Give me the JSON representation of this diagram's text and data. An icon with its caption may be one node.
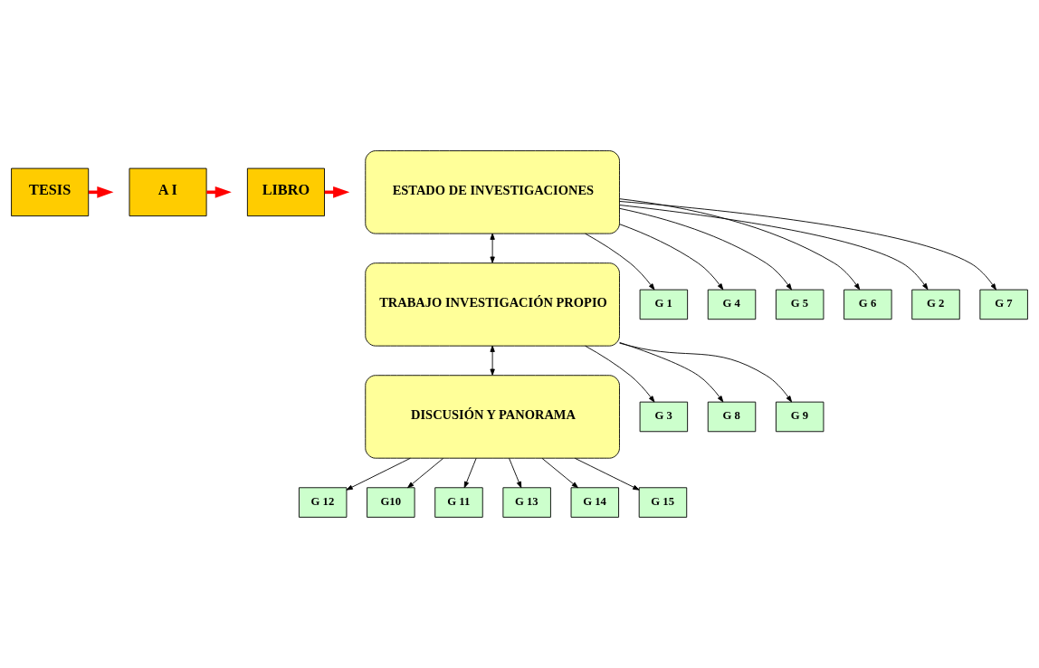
{
  "diagram": {
    "nodes": [
      {
        "text": [
          "TESIS"
        ]
      },
      {
        "text": [
          "A I"
        ]
      },
      {
        "text": [
          "LIBRO"
        ]
      },
      {
        "text": [
          "ESTADO DE INVESTIGACIONES"
        ]
      },
      {
        "text": [
          "TRABAJO INVESTIGACIÓN PROPIO"
        ]
      },
      {
        "text": [
          "DISCUSIÓN Y PANORAMA"
        ]
      },
      {
        "text": [
          "G 1"
        ]
      },
      {
        "text": [
          "G 4"
        ]
      },
      {
        "text": [
          "G 5"
        ]
      },
      {
        "text": [
          "G 6"
        ]
      },
      {
        "text": [
          "G 2"
        ]
      },
      {
        "text": [
          "G 7"
        ]
      },
      {
        "text": [
          "G 3"
        ]
      },
      {
        "text": [
          "G 8"
        ]
      },
      {
        "text": [
          "G 9"
        ]
      },
      {
        "text": [
          "G 12"
        ]
      },
      {
        "text": [
          "G10"
        ]
      },
      {
        "text": [
          "G 11"
        ]
      },
      {
        "text": [
          "G 13"
        ]
      },
      {
        "text": [
          "G 14"
        ]
      },
      {
        "text": [
          "G 15"
        ]
      }
    ],
    "edges": [
      {
        "from": 0,
        "to": null,
        "arrow": "to",
        "style": "thick",
        "color": "#ff0000"
      },
      {
        "from": 1,
        "to": null,
        "arrow": "to",
        "style": "thick",
        "color": "#ff0000"
      },
      {
        "from": 2,
        "to": null,
        "arrow": "to",
        "style": "thick",
        "color": "#ff0000"
      },
      {
        "from": 3,
        "to": 6,
        "arrow": "to"
      },
      {
        "from": 3,
        "to": 7,
        "arrow": "to"
      },
      {
        "from": 3,
        "to": 8,
        "arrow": "to"
      },
      {
        "from": 3,
        "to": 9,
        "arrow": "to"
      },
      {
        "from": 3,
        "to": 10,
        "arrow": "to"
      },
      {
        "from": 3,
        "to": 11,
        "arrow": "to"
      },
      {
        "from": 3,
        "to": 4,
        "arrow": "both"
      },
      {
        "from": 4,
        "to": 12,
        "arrow": "to"
      },
      {
        "from": 4,
        "to": 13,
        "arrow": "to"
      },
      {
        "from": 4,
        "to": 14,
        "arrow": "to"
      },
      {
        "from": 4,
        "to": 5,
        "arrow": "both"
      },
      {
        "from": 5,
        "to": 15,
        "arrow": "to"
      },
      {
        "from": 5,
        "to": 16,
        "arrow": "to"
      },
      {
        "from": 5,
        "to": 17,
        "arrow": "to"
      },
      {
        "from": 5,
        "to": 18,
        "arrow": "to"
      },
      {
        "from": 5,
        "to": 19,
        "arrow": "to"
      },
      {
        "from": 5,
        "to": 20,
        "arrow": "to"
      }
    ]
  }
}
